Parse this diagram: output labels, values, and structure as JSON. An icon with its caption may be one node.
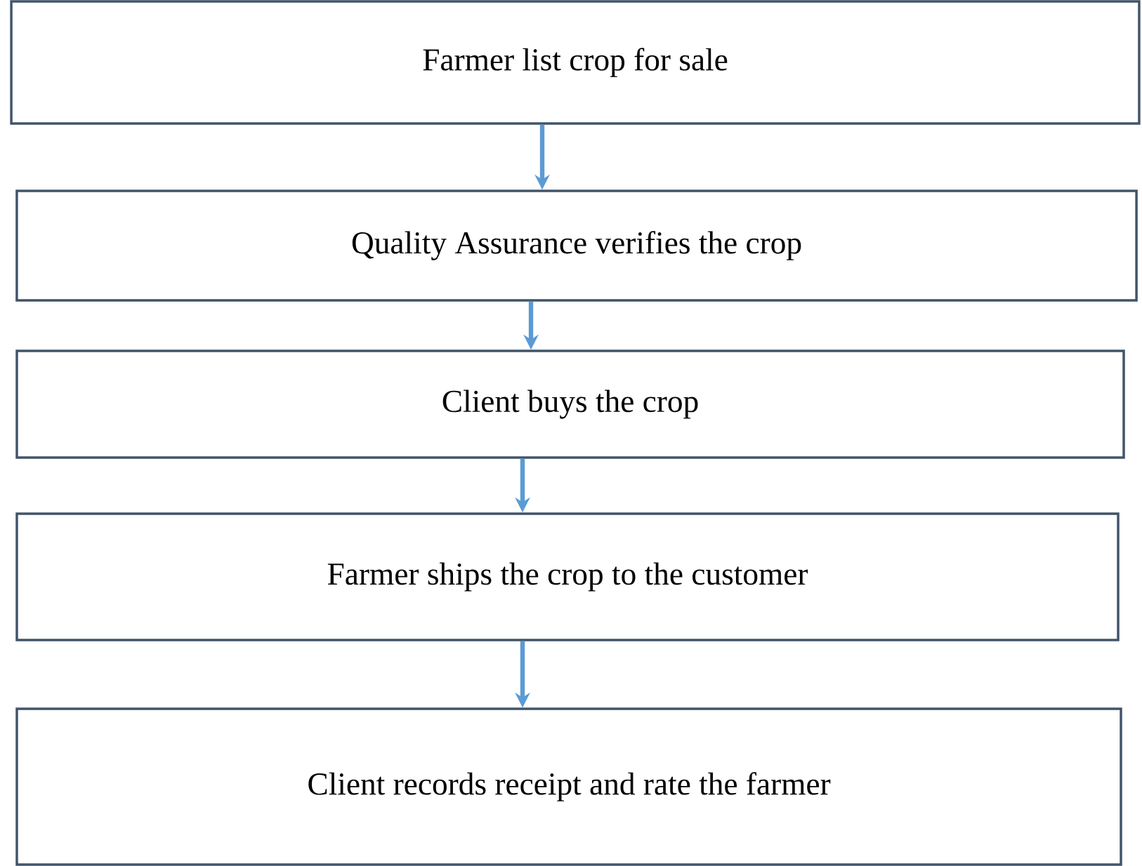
{
  "diagram": {
    "nodes": [
      {
        "text": [
          "Farmer list crop for sale"
        ]
      },
      {
        "text": [
          "Quality Assurance verifies the crop"
        ]
      },
      {
        "text": [
          "Client buys the crop"
        ]
      },
      {
        "text": [
          "Farmer ships the crop to the customer"
        ]
      },
      {
        "text": [
          "Client records receipt and rate the farmer"
        ]
      }
    ],
    "edges": [
      {
        "from": 0,
        "to": 1,
        "arrow": "to"
      },
      {
        "from": 1,
        "to": 2,
        "arrow": "to"
      },
      {
        "from": 2,
        "to": 3,
        "arrow": "to"
      },
      {
        "from": 3,
        "to": 4,
        "arrow": "to"
      }
    ]
  }
}
